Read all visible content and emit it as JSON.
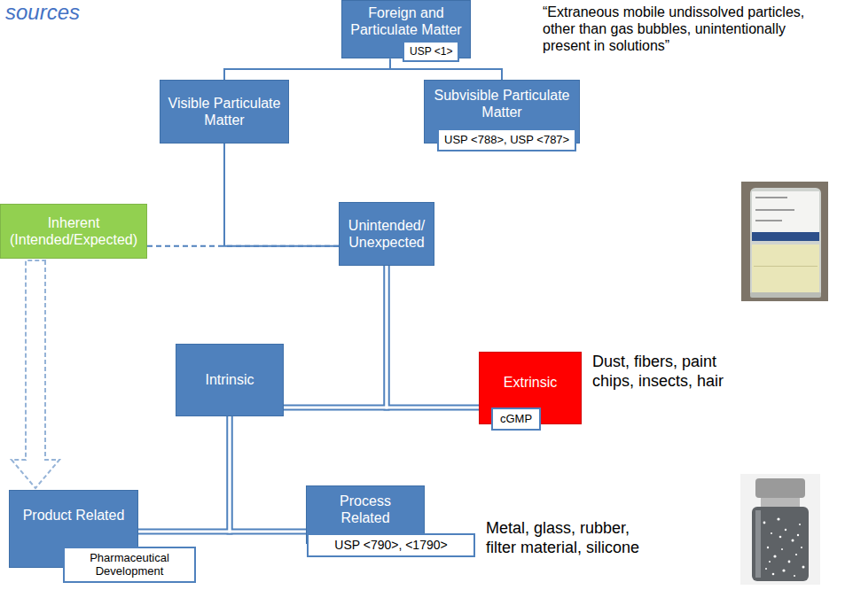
{
  "diagram": {
    "nodes": [
      {
        "text": [
          "Foreign and Particulate Matter"
        ]
      },
      {
        "text": [
          "USP <1>"
        ],
        "in": 0
      },
      {
        "text": [
          "Visible Particulate Matter"
        ]
      },
      {
        "text": [
          "Subvisible Particulate Matter"
        ]
      },
      {
        "text": [
          "USP <788>, USP <787>"
        ],
        "in": 3
      },
      {
        "text": [
          "Inherent (Intended/Expected)"
        ]
      },
      {
        "text": [
          "Unintended/ Unexpected"
        ]
      },
      {
        "text": [
          "Intrinsic"
        ]
      },
      {
        "text": [
          "Extrinsic"
        ]
      },
      {
        "text": [
          "cGMP"
        ],
        "in": 8
      },
      {
        "text": [
          "Product Related"
        ]
      },
      {
        "text": [
          "Pharmaceutical Development"
        ],
        "in": 10
      },
      {
        "text": [
          "Process Related"
        ]
      },
      {
        "text": [
          "USP <790>, <1790>"
        ],
        "in": 12
      }
    ],
    "edges": [
      {
        "from": 0,
        "to": 2,
        "arrow": "none"
      },
      {
        "from": 0,
        "to": 3,
        "arrow": "none"
      },
      {
        "from": 2,
        "to": 6,
        "arrow": "none"
      },
      {
        "from": 5,
        "to": 6,
        "arrow": "none"
      },
      {
        "from": 6,
        "to": 7,
        "arrow": "none"
      },
      {
        "from": 6,
        "to": 8,
        "arrow": "none"
      },
      {
        "from": 7,
        "to": 10,
        "arrow": "none"
      },
      {
        "from": 7,
        "to": 12,
        "arrow": "none"
      },
      {
        "from": 5,
        "to": 10,
        "arrow": "to"
      }
    ],
    "labels": [
      "sources",
      "“Extraneous mobile undissolved particles, other than gas bubbles, unintentionally present in solutions”",
      "Dust, fibers, paint chips, insects, hair",
      "Metal, glass, rubber, filter material, silicone"
    ]
  }
}
